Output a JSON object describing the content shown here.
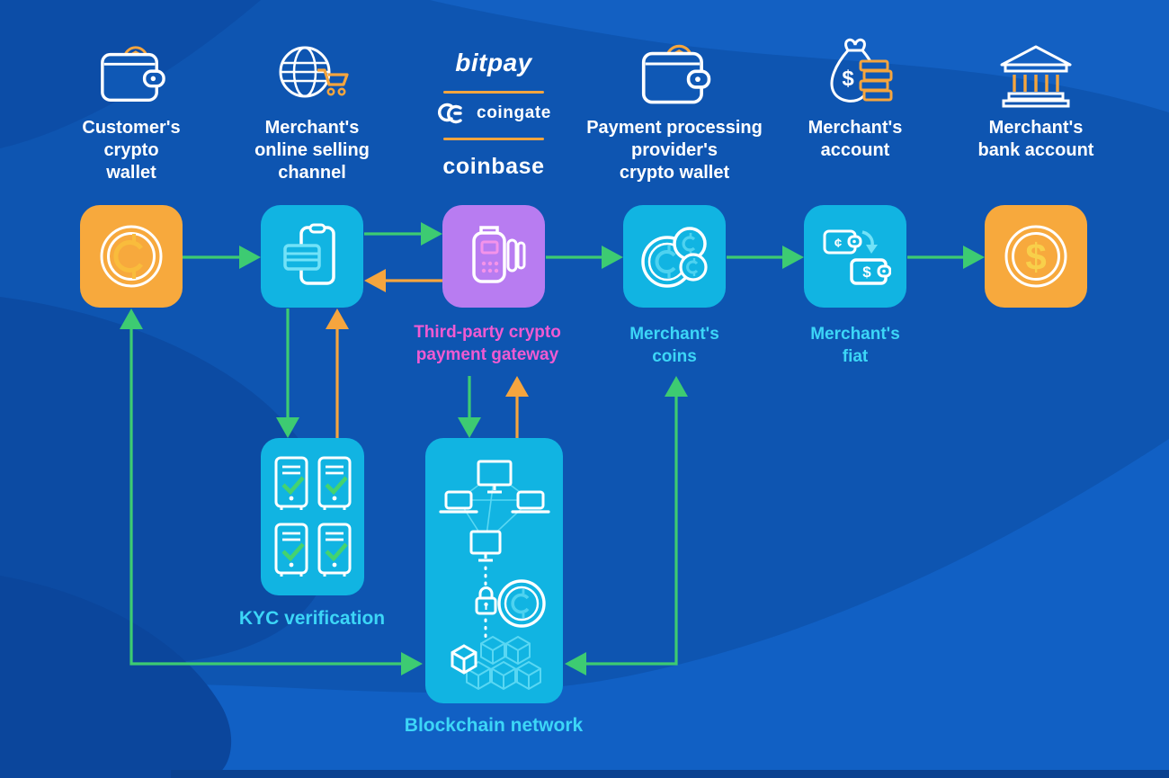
{
  "palette": {
    "background": "#0e55b1",
    "background_light": "#1160c4",
    "background_dark": "#0a4195",
    "arrow_green": "#3dcb72",
    "arrow_orange": "#f5a53e",
    "box_orange": "#f7a93d",
    "box_cyan": "#11b4e2",
    "box_purple": "#b87cf1",
    "label_white": "#ffffff",
    "label_pink": "#f05ad2",
    "label_cyan": "#3cd6f7",
    "icon_accent_cyan": "#72e2f8",
    "icon_amber": "#f9bc3c",
    "icon_yellow": "#f8cf4a",
    "check_green": "#44d36f"
  },
  "top_row": {
    "customer_wallet": {
      "icon": "wallet-coin-icon",
      "lines": [
        "Customer's",
        "crypto",
        "wallet"
      ]
    },
    "selling_channel": {
      "icon": "globe-cart-icon",
      "lines": [
        "Merchant's",
        "online selling",
        "channel"
      ]
    },
    "providers": {
      "logos": [
        {
          "name": "bitpay"
        },
        {
          "name": "coingate"
        },
        {
          "name": "coinbase"
        }
      ]
    },
    "provider_wallet": {
      "icon": "wallet-coin-icon",
      "lines": [
        "Payment processing",
        "provider's",
        "crypto wallet"
      ]
    },
    "merchant_account": {
      "icon": "money-bag-icon",
      "lines": [
        "Merchant's",
        "account"
      ]
    },
    "merchant_bank": {
      "icon": "bank-icon",
      "lines": [
        "Merchant's",
        "bank account"
      ]
    }
  },
  "flow": {
    "gateway_caption": {
      "lines": [
        "Third-party crypto",
        "payment gateway"
      ]
    },
    "coins_caption": {
      "lines": [
        "Merchant's",
        "coins"
      ]
    },
    "fiat_caption": {
      "lines": [
        "Merchant's",
        "fiat"
      ]
    },
    "kyc_label": "KYC verification",
    "blockchain_label": "Blockchain network"
  },
  "nodes": [
    {
      "id": "customer-crypto-wallet",
      "icon": "crypto-coin-icon",
      "color": "orange"
    },
    {
      "id": "merchant-selling-channel",
      "icon": "phone-card-icon",
      "color": "cyan"
    },
    {
      "id": "crypto-payment-gateway",
      "icon": "pos-terminal-icon",
      "color": "purple"
    },
    {
      "id": "merchant-coins",
      "icon": "crypto-coins-icon",
      "color": "cyan"
    },
    {
      "id": "merchant-fiat",
      "icon": "wallet-swap-icon",
      "color": "cyan"
    },
    {
      "id": "merchant-bank-account",
      "icon": "dollar-coin-icon",
      "color": "orange"
    },
    {
      "id": "kyc-verification",
      "icon": "server-rack-icon",
      "color": "cyan"
    },
    {
      "id": "blockchain-network",
      "icon": "blockchain-icon",
      "color": "cyan"
    }
  ],
  "edges": [
    {
      "from": "customer-crypto-wallet",
      "to": "merchant-selling-channel",
      "color": "green"
    },
    {
      "from": "merchant-selling-channel",
      "to": "crypto-payment-gateway",
      "color": "green"
    },
    {
      "from": "crypto-payment-gateway",
      "to": "merchant-selling-channel",
      "color": "orange"
    },
    {
      "from": "crypto-payment-gateway",
      "to": "merchant-coins",
      "color": "green"
    },
    {
      "from": "merchant-coins",
      "to": "merchant-fiat",
      "color": "green"
    },
    {
      "from": "merchant-fiat",
      "to": "merchant-bank-account",
      "color": "green"
    },
    {
      "from": "merchant-selling-channel",
      "to": "kyc-verification",
      "color": "green"
    },
    {
      "from": "kyc-verification",
      "to": "merchant-selling-channel",
      "color": "orange"
    },
    {
      "from": "crypto-payment-gateway",
      "to": "blockchain-network",
      "color": "green"
    },
    {
      "from": "blockchain-network",
      "to": "crypto-payment-gateway",
      "color": "orange"
    },
    {
      "from": "blockchain-network",
      "to": "customer-crypto-wallet",
      "color": "green",
      "double_headed": true
    },
    {
      "from": "blockchain-network",
      "to": "merchant-coins",
      "color": "green",
      "double_headed": true
    }
  ]
}
